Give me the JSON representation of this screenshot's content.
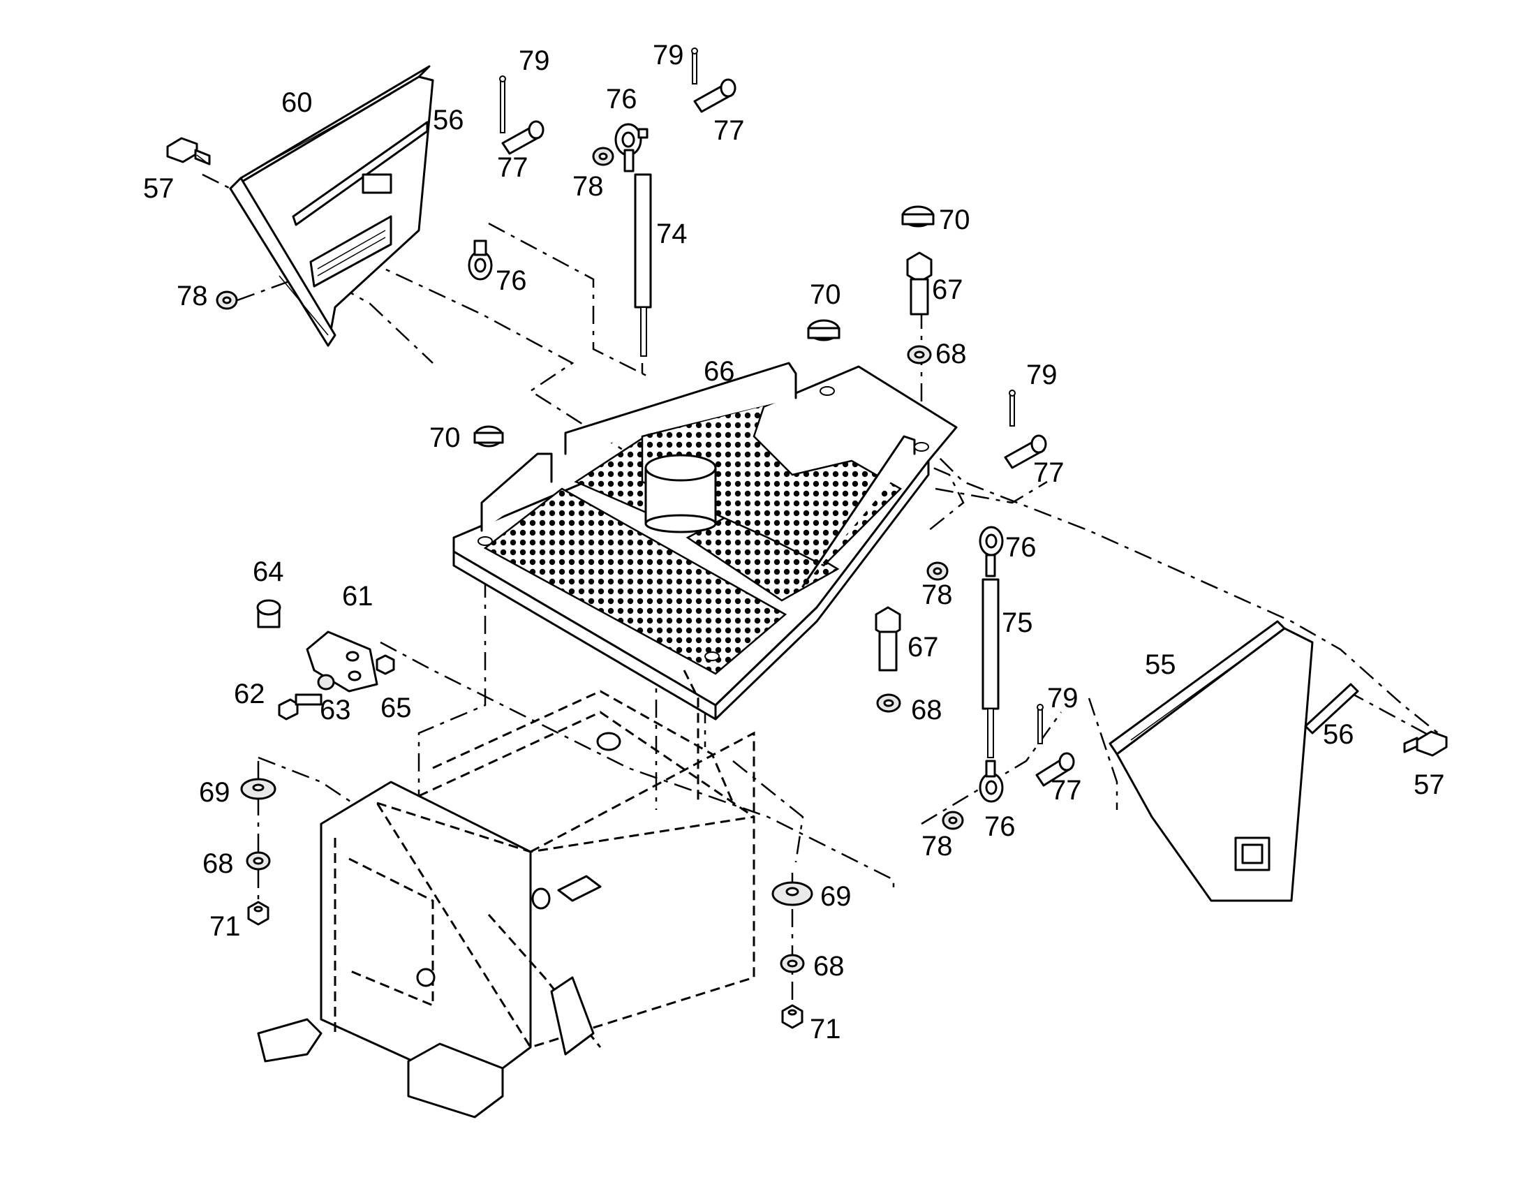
{
  "callouts": [
    {
      "id": "c55",
      "label": "55"
    },
    {
      "id": "c56a",
      "label": "56"
    },
    {
      "id": "c56b",
      "label": "56"
    },
    {
      "id": "c57a",
      "label": "57"
    },
    {
      "id": "c57b",
      "label": "57"
    },
    {
      "id": "c60",
      "label": "60"
    },
    {
      "id": "c61",
      "label": "61"
    },
    {
      "id": "c62",
      "label": "62"
    },
    {
      "id": "c63",
      "label": "63"
    },
    {
      "id": "c64",
      "label": "64"
    },
    {
      "id": "c65",
      "label": "65"
    },
    {
      "id": "c66",
      "label": "66"
    },
    {
      "id": "c67a",
      "label": "67"
    },
    {
      "id": "c67b",
      "label": "67"
    },
    {
      "id": "c68a",
      "label": "68"
    },
    {
      "id": "c68b",
      "label": "68"
    },
    {
      "id": "c68c",
      "label": "68"
    },
    {
      "id": "c68d",
      "label": "68"
    },
    {
      "id": "c69a",
      "label": "69"
    },
    {
      "id": "c69b",
      "label": "69"
    },
    {
      "id": "c70a",
      "label": "70"
    },
    {
      "id": "c70b",
      "label": "70"
    },
    {
      "id": "c70c",
      "label": "70"
    },
    {
      "id": "c71a",
      "label": "71"
    },
    {
      "id": "c71b",
      "label": "71"
    },
    {
      "id": "c74",
      "label": "74"
    },
    {
      "id": "c75",
      "label": "75"
    },
    {
      "id": "c76a",
      "label": "76"
    },
    {
      "id": "c76b",
      "label": "76"
    },
    {
      "id": "c76c",
      "label": "76"
    },
    {
      "id": "c76d",
      "label": "76"
    },
    {
      "id": "c77a",
      "label": "77"
    },
    {
      "id": "c77b",
      "label": "77"
    },
    {
      "id": "c77c",
      "label": "77"
    },
    {
      "id": "c77d",
      "label": "77"
    },
    {
      "id": "c78a",
      "label": "78"
    },
    {
      "id": "c78b",
      "label": "78"
    },
    {
      "id": "c78c",
      "label": "78"
    },
    {
      "id": "c78d",
      "label": "78"
    },
    {
      "id": "c79a",
      "label": "79"
    },
    {
      "id": "c79b",
      "label": "79"
    },
    {
      "id": "c79c",
      "label": "79"
    },
    {
      "id": "c79d",
      "label": "79"
    }
  ]
}
